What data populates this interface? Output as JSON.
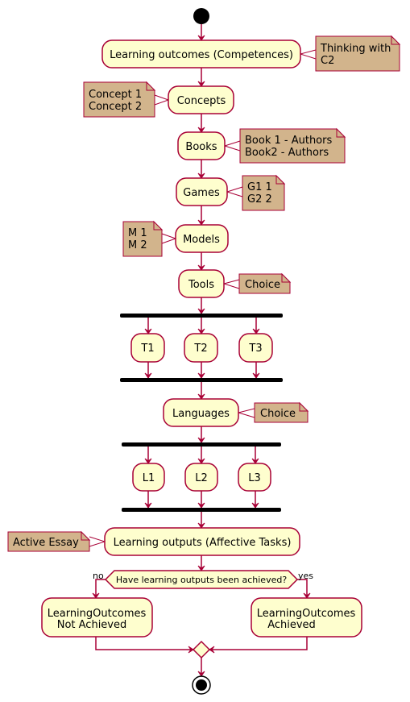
{
  "diagram": {
    "activities": {
      "learning_outcomes": "Learning outcomes (Competences)",
      "concepts": "Concepts",
      "books": "Books",
      "games": "Games",
      "models": "Models",
      "tools": "Tools",
      "t1": "T1",
      "t2": "T2",
      "t3": "T3",
      "languages": "Languages",
      "l1": "L1",
      "l2": "L2",
      "l3": "L3",
      "learning_outputs": "Learning outputs (Affective Tasks)",
      "not_achieved_line1": "LearningOutcomes",
      "not_achieved_line2": "Not Achieved",
      "achieved_line1": "LearningOutcomes",
      "achieved_line2": "Achieved"
    },
    "notes": {
      "thinking_line1": "Thinking with",
      "thinking_line2": "C2",
      "concept_line1": "Concept 1",
      "concept_line2": "Concept 2",
      "books_line1": "Book 1 - Authors",
      "books_line2": "Book2  - Authors",
      "games_line1": "G1 1",
      "games_line2": "G2 2",
      "models_line1": "M 1",
      "models_line2": "M 2",
      "tools_choice": "Choice",
      "languages_choice": "Choice",
      "active_essay": "Active Essay"
    },
    "decision": {
      "question": "Have learning outputs been achieved?",
      "no_label": "no",
      "yes_label": "yes"
    }
  }
}
